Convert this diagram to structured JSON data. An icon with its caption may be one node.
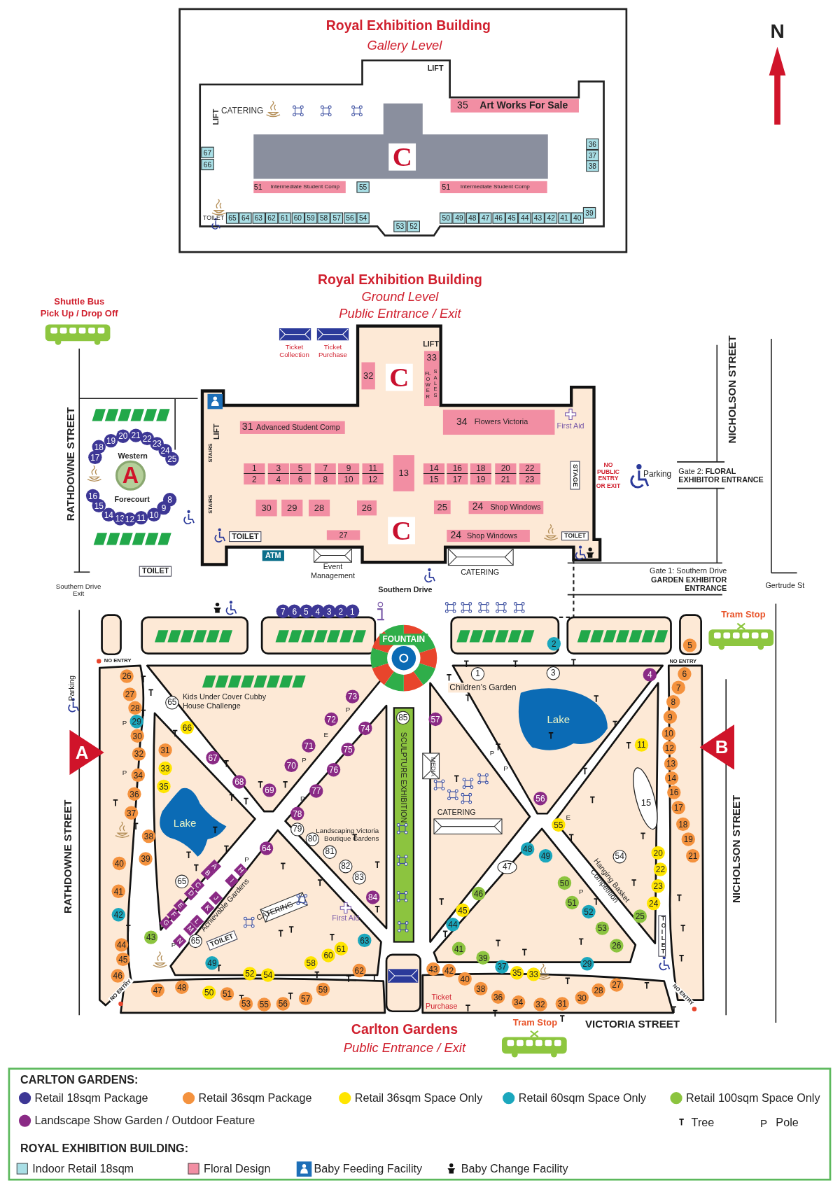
{
  "diagram": {
    "labels": [
      "Royal Exhibition Building",
      "Gallery Level",
      "LIFT",
      "LIFT",
      "CATERING",
      "35",
      "Art Works For Sale",
      "C",
      "51",
      "Intermediate Student Comp",
      "55",
      "51",
      "Intermediate Student Comp",
      "67",
      "66",
      "36",
      "37",
      "38",
      "TOILET",
      "39",
      "65",
      "64",
      "63",
      "62",
      "61",
      "60",
      "59",
      "58",
      "57",
      "56",
      "54",
      "53",
      "52",
      "50",
      "49",
      "48",
      "47",
      "46",
      "45",
      "44",
      "43",
      "42",
      "41",
      "40",
      "Royal Exhibition Building",
      "Ground Level",
      "Public Entrance / Exit",
      "Shuttle Bus",
      "Pick Up / Drop Off",
      "Ticket Collection",
      "Ticket Purchase",
      "LIFT",
      "33",
      "FLOWER",
      "SALES",
      "32",
      "C",
      "LIFT",
      "31",
      "Advanced Student Comp",
      "34",
      "Flowers Victoria",
      "First Aid",
      "STAIRS",
      "1",
      "2",
      "3",
      "4",
      "5",
      "6",
      "7",
      "8",
      "9",
      "10",
      "11",
      "12",
      "13",
      "14",
      "15",
      "16",
      "17",
      "18",
      "19",
      "20",
      "21",
      "22",
      "23",
      "STAGE",
      "NO PUBLIC ENTRY OR EXIT",
      "Parking",
      "Gate 2: **FLORAL EXHIBITOR ENTRANCE**",
      "STAIRS",
      "30",
      "29",
      "28",
      "26",
      "25",
      "24",
      "Shop Windows",
      "TOILET",
      "27",
      "C",
      "24",
      "Shop Windows",
      "TOILET",
      "ATM",
      "Event Management",
      "CATERING",
      "Southern Drive",
      "Gate 1: Southern Drive **GARDEN EXHIBITOR ENTRANCE**",
      "NICHOLSON STREET",
      "Gertrude St",
      "RATHDOWNE STREET",
      "Western",
      "A",
      "Forecourt",
      "17",
      "18",
      "19",
      "20",
      "21",
      "22",
      "23",
      "24",
      "25",
      "16",
      "15",
      "14",
      "13",
      "12",
      "11",
      "10",
      "9",
      "8",
      "TOILET",
      "Southern Drive Exit",
      "7",
      "6",
      "5",
      "4",
      "3",
      "2",
      "1",
      "FOUNTAIN",
      "2",
      "Tram Stop",
      "5",
      "NO ENTRY",
      "NO ENTRY",
      "A",
      "B",
      "Parking",
      "26",
      "27",
      "28",
      "29",
      "30",
      "32",
      "34",
      "36",
      "37",
      "38",
      "39",
      "40",
      "41",
      "42",
      "43",
      "44",
      "45",
      "46",
      "31",
      "33",
      "35",
      "Lake",
      "65",
      "Kids Under Cover Cubby House Challenge",
      "66",
      "67",
      "68",
      "69",
      "70",
      "71",
      "72",
      "73",
      "74",
      "75",
      "76",
      "77",
      "78",
      "79",
      "80",
      "81",
      "82",
      "83",
      "Landscaping Victoria Boutique Gardens",
      "84",
      "64",
      "65",
      "A",
      "B",
      "C",
      "D",
      "E",
      "F",
      "G",
      "H",
      "I",
      "J",
      "K",
      "L",
      "M",
      "N",
      "Achievable Gardens",
      "CATERING",
      "TOILET",
      "First Aid",
      "65",
      "63",
      "62",
      "49",
      "52",
      "54",
      "58",
      "60",
      "61",
      "47",
      "48",
      "50",
      "51",
      "53",
      "55",
      "56",
      "57",
      "59",
      "85",
      "SCULPTURE EXHIBITION",
      "1",
      "3",
      "Children’s Garden",
      "4",
      "57",
      "Lake",
      "MEDIA",
      "CATERING",
      "56",
      "55",
      "11",
      "15",
      "6",
      "7",
      "8",
      "9",
      "10",
      "12",
      "13",
      "14",
      "16",
      "17",
      "18",
      "19",
      "21",
      "20",
      "22",
      "23",
      "24",
      "25",
      "54",
      "Hanging Basket Competition",
      "48",
      "49",
      "47",
      "50",
      "51",
      "52",
      "53",
      "26",
      "46",
      "45",
      "44",
      "41",
      "39",
      "37",
      "35",
      "33",
      "29",
      "43",
      "42",
      "40",
      "38",
      "36",
      "34",
      "32",
      "31",
      "30",
      "28",
      "27",
      "TOILET",
      "Ticket Purchase",
      "Carlton Gardens",
      "Public Entrance / Exit",
      "Tram Stop",
      "VICTORIA STREET",
      "RATHDOWNE STREET",
      "NICHOLSON STREET",
      "NO ENTRY",
      "NO ENTRY",
      "N",
      "P",
      "P",
      "P",
      "E",
      "P",
      "P",
      "P",
      "P",
      "P",
      "P",
      "E",
      "P",
      "CARLTON GARDENS:",
      "ROYAL EXHIBITION BUILDING:",
      "P"
    ],
    "legend": [
      {
        "text": "Retail 18sqm Package",
        "color": "#3d3795"
      },
      {
        "text": "Retail 36sqm Package",
        "color": "#f4923e"
      },
      {
        "text": "Retail 36sqm Space Only",
        "color": "#ffe500"
      },
      {
        "text": "Retail 60sqm Space Only",
        "color": "#1ba7bd"
      },
      {
        "text": "Retail 100sqm Space Only",
        "color": "#8cc43f"
      },
      {
        "text": "Landscape Show Garden / Outdoor Feature",
        "color": "#8a2a85"
      },
      {
        "text": "Tree"
      },
      {
        "text": "Pole"
      },
      {
        "text": "Indoor Retail 18sqm",
        "color": "#a9dfe6"
      },
      {
        "text": "Floral Design",
        "color": "#f28ea3"
      },
      {
        "text": "Baby Feeding Facility"
      },
      {
        "text": "Baby Change Facility"
      }
    ]
  }
}
